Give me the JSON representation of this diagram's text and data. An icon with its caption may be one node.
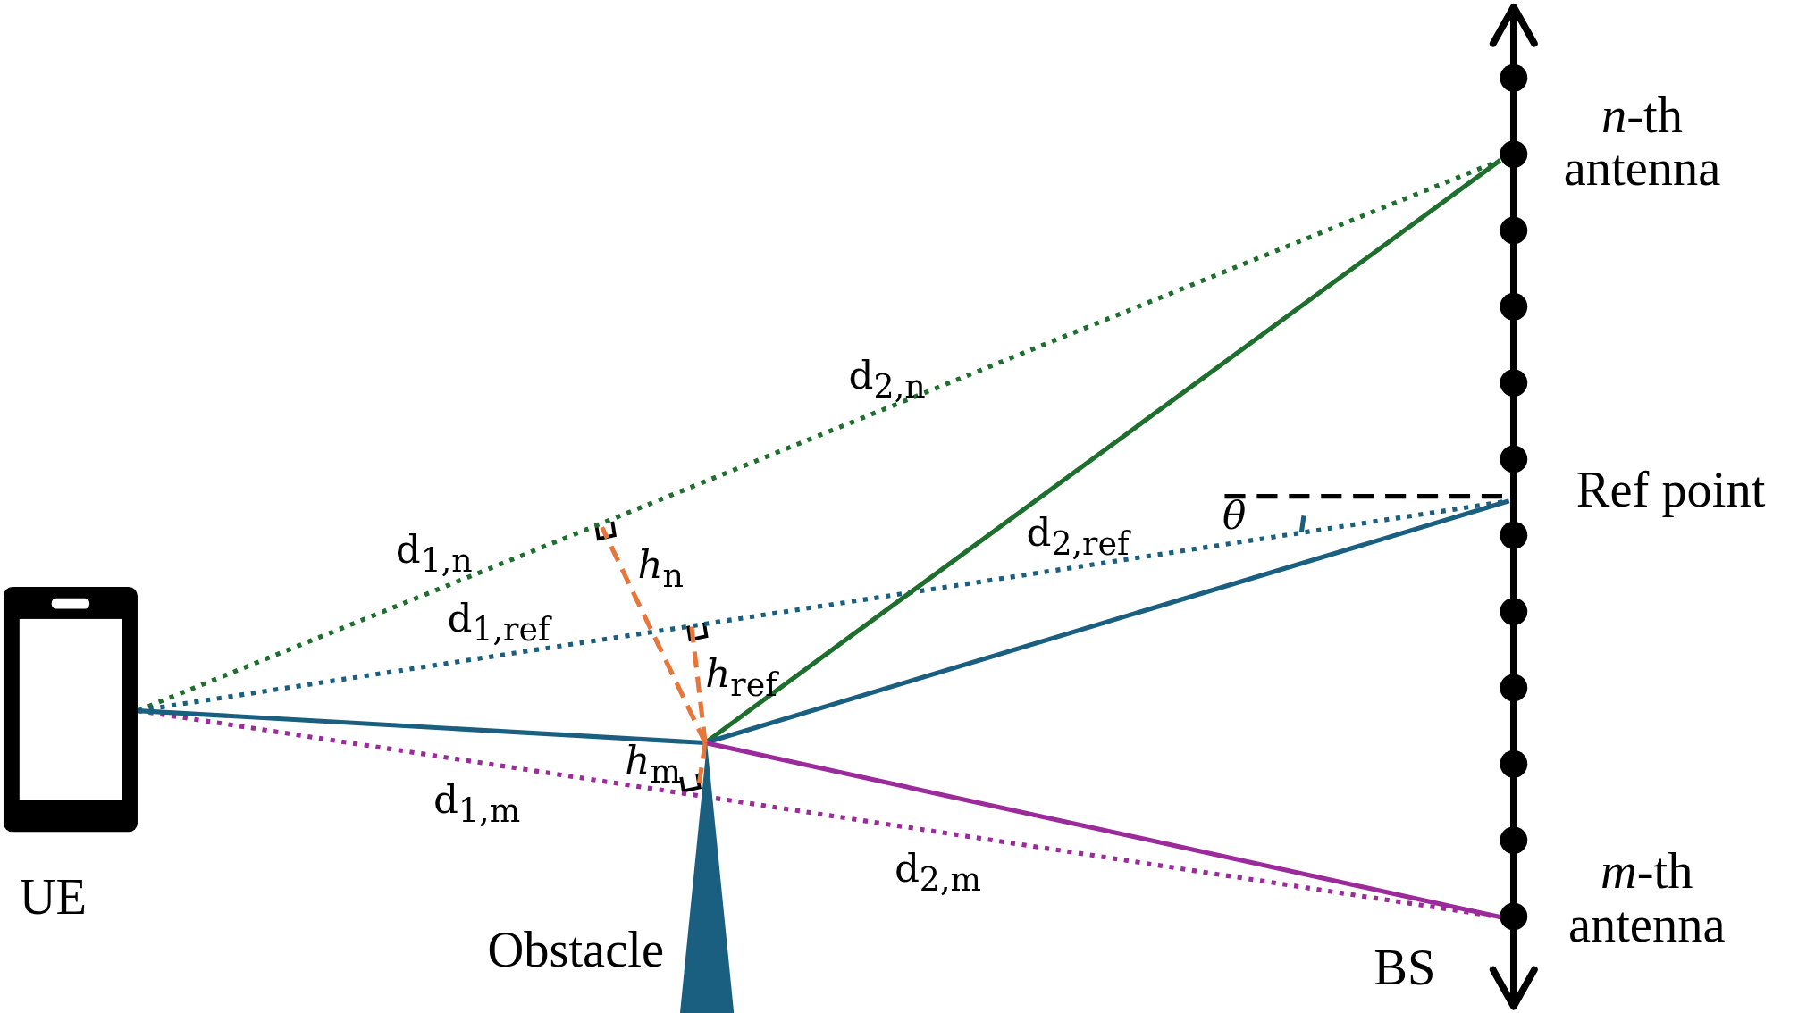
{
  "diagram": {
    "nodes": [
      {
        "text": [
          "UE"
        ]
      },
      {
        "text": [],
        "shape": "triangle",
        "beside": [
          "Obstacle"
        ]
      },
      {
        "text": [
          "*n*-th antenna"
        ]
      },
      {
        "text": [
          "Ref point"
        ]
      },
      {
        "text": [
          "*m*-th antenna"
        ]
      }
    ],
    "edges": [
      {
        "from": 0,
        "to": 2,
        "arrow": "none",
        "style": "dashed",
        "color": "#1e6e2e"
      },
      {
        "from": 0,
        "to": 3,
        "arrow": "none",
        "style": "dashed",
        "color": "#1a5f80"
      },
      {
        "from": 0,
        "to": 4,
        "arrow": "none",
        "style": "dashed",
        "color": "#9b2a9b"
      },
      {
        "from": 0,
        "to": 1,
        "arrow": "none",
        "color": "#1a5f80"
      },
      {
        "from": 1,
        "to": 2,
        "arrow": "none",
        "color": "#1e6e2e"
      },
      {
        "from": 1,
        "to": 3,
        "arrow": "none",
        "color": "#1a5f80"
      },
      {
        "from": 1,
        "to": 4,
        "arrow": "none",
        "color": "#9b2a9b"
      },
      {
        "from": 1,
        "to": null,
        "arrow": "none",
        "style": "dashed",
        "color": "#e8763a",
        "label": "*h*$_{n}$"
      },
      {
        "from": 1,
        "to": null,
        "arrow": "none",
        "style": "dashed",
        "color": "#e8763a",
        "label": "*h*$_{ref}$"
      },
      {
        "from": 1,
        "to": null,
        "arrow": "none",
        "style": "dashed",
        "color": "#e8763a",
        "label": "*h*$_{m}$"
      }
    ],
    "labels": [
      "d$_{2,n}$",
      "d$_{1,n}$",
      "d$_{1,ref}$",
      "d$_{2,ref}$",
      "*θ*",
      "d$_{1,m}$",
      "d$_{2,m}$",
      "BS"
    ]
  }
}
